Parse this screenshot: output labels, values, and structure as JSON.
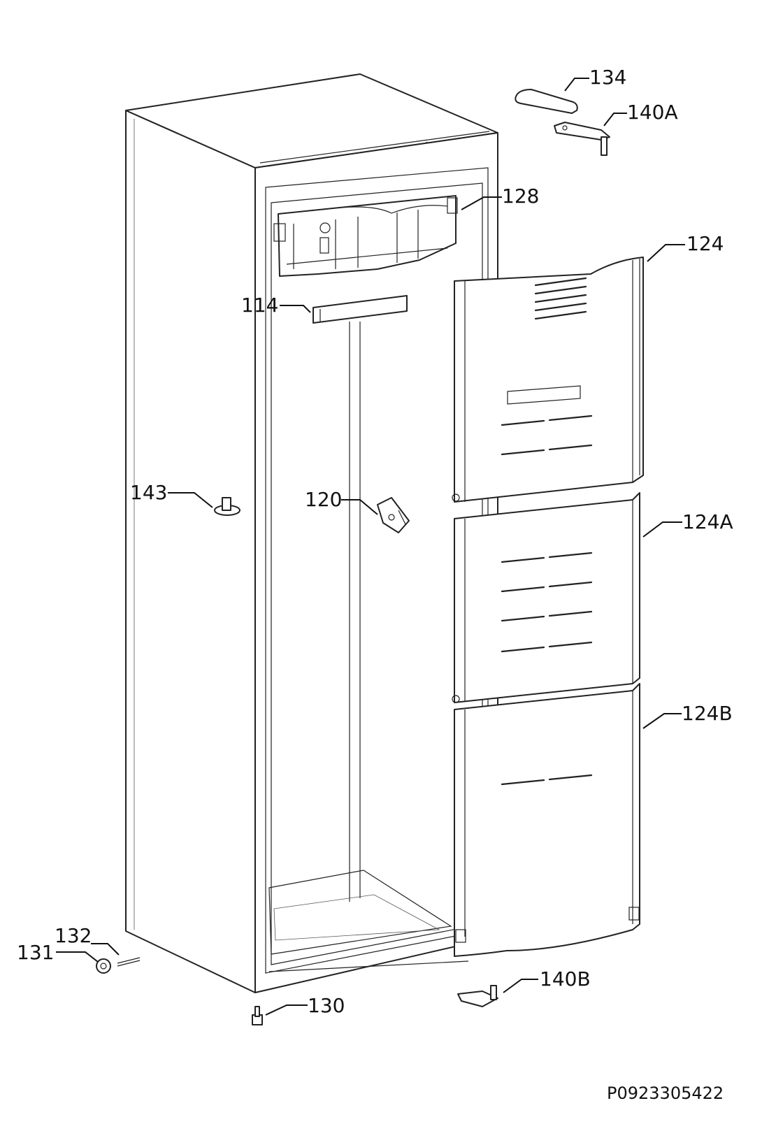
{
  "callouts": {
    "c134": "134",
    "c140A": "140A",
    "c128": "128",
    "c124": "124",
    "c114": "114",
    "c143": "143",
    "c120": "120",
    "c124A": "124A",
    "c124B": "124B",
    "c132": "132",
    "c131": "131",
    "c140B": "140B",
    "c130": "130"
  },
  "drawing_ref": "P0923305422"
}
